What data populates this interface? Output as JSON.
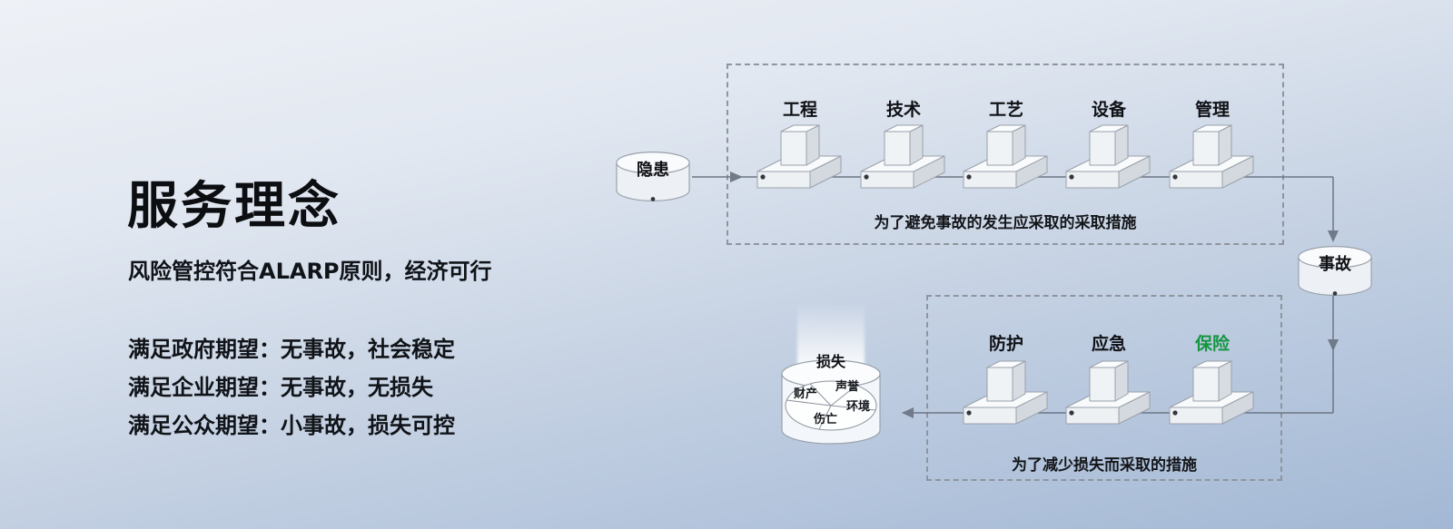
{
  "left_panel": {
    "title": "服务理念",
    "subtitle": "风险管控符合ALARP原则，经济可行",
    "points": [
      "满足政府期望：无事故，社会稳定",
      "满足企业期望：无事故，无损失",
      "满足公众期望：小事故，损失可控"
    ]
  },
  "diagram": {
    "hazard_label": "隐患",
    "accident_label": "事故",
    "top_box": {
      "barriers": [
        "工程",
        "技术",
        "工艺",
        "设备",
        "管理"
      ],
      "caption": "为了避免事故的发生应采取的采取措施"
    },
    "bottom_box": {
      "barriers": [
        "防护",
        "应急",
        "保险"
      ],
      "caption": "为了减少损失而采取的措施"
    },
    "loss": {
      "label": "损失",
      "segments": [
        "财产",
        "声誉",
        "伤亡",
        "环境"
      ]
    }
  },
  "colors": {
    "highlight_green": "#149641"
  }
}
